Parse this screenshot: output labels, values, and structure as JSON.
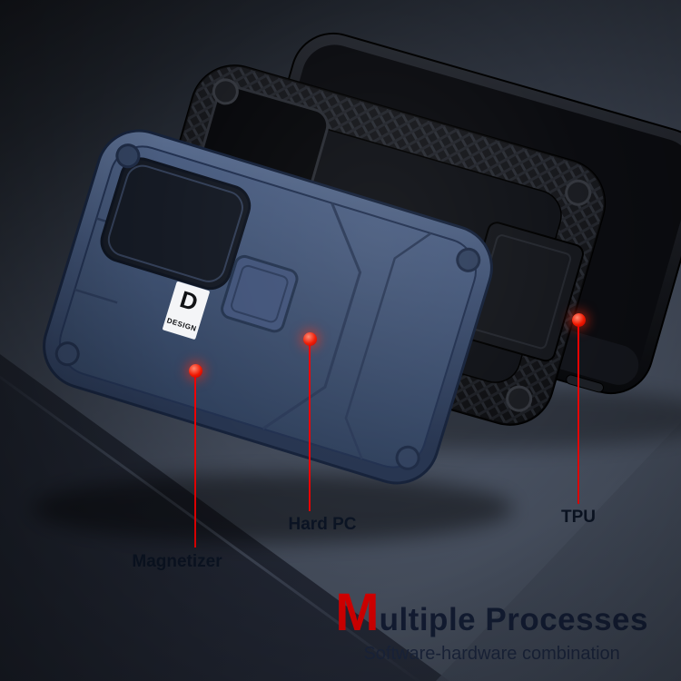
{
  "callouts": [
    {
      "id": "magnetizer",
      "label": "Magnetizer"
    },
    {
      "id": "hard_pc",
      "label": "Hard PC"
    },
    {
      "id": "tpu",
      "label": "TPU"
    }
  ],
  "scene": {
    "brand": {
      "letter": "D",
      "text": "DESIGN"
    }
  },
  "title": {
    "initial": "M",
    "rest": "ultiple Processes",
    "subtitle": "Software-hardware combination"
  },
  "colors": {
    "accent_red": "#e40000",
    "case_blue": "#3e5071",
    "tpu_black": "#15171c",
    "headline_dark": "#141e36"
  }
}
